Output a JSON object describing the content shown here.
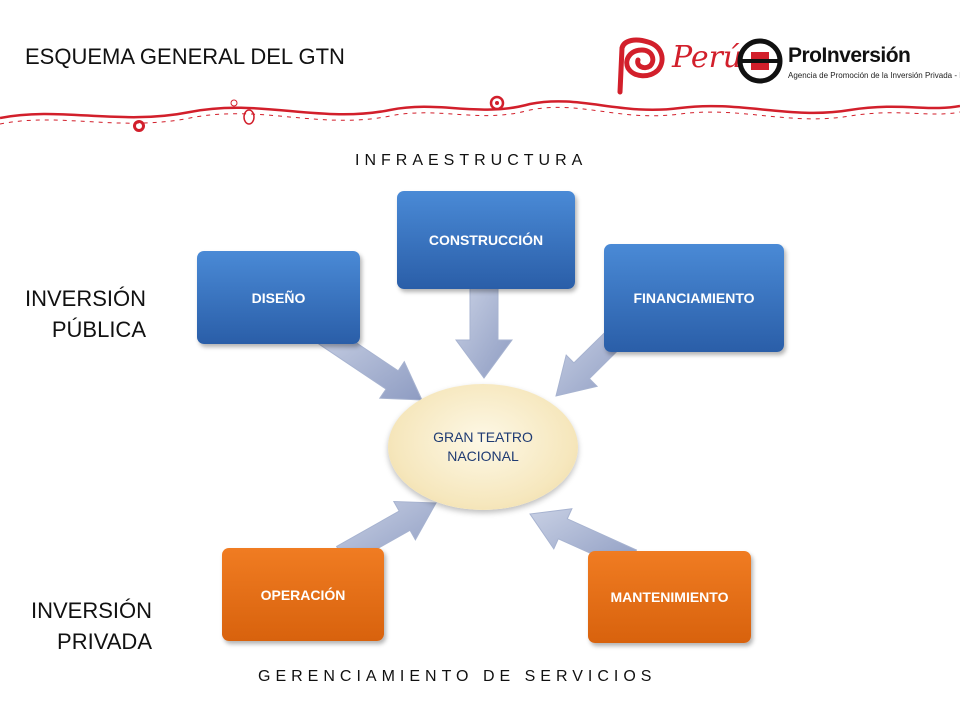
{
  "header": {
    "title": "ESQUEMA GENERAL DEL GTN",
    "logo_peru": "Perú",
    "logo_proinversion": "ProInversión",
    "logo_proinversion_sub": "Agencia de Promoción de la Inversión Privada - Perú"
  },
  "labels": {
    "infraestructura": "INFRAESTRUCTURA",
    "gerenciamiento": "GERENCIAMIENTO DE SERVICIOS",
    "publica_line1": "INVERSIÓN",
    "publica_line2": "PÚBLICA",
    "privada_line1": "INVERSIÓN",
    "privada_line2": "PRIVADA"
  },
  "diagram": {
    "center_line1": "GRAN TEATRO",
    "center_line2": "NACIONAL",
    "public_nodes": [
      "DISEÑO",
      "CONSTRUCCIÓN",
      "FINANCIAMIENTO"
    ],
    "private_nodes": [
      "OPERACIÓN",
      "MANTENIMIENTO"
    ]
  },
  "colors": {
    "public_box": "#3a74c2",
    "private_box": "#e8701a",
    "center_fill": "#f6e7bd",
    "center_text": "#1f3b73",
    "accent_red": "#d21f2b",
    "arrow": "#9aa8c8"
  }
}
